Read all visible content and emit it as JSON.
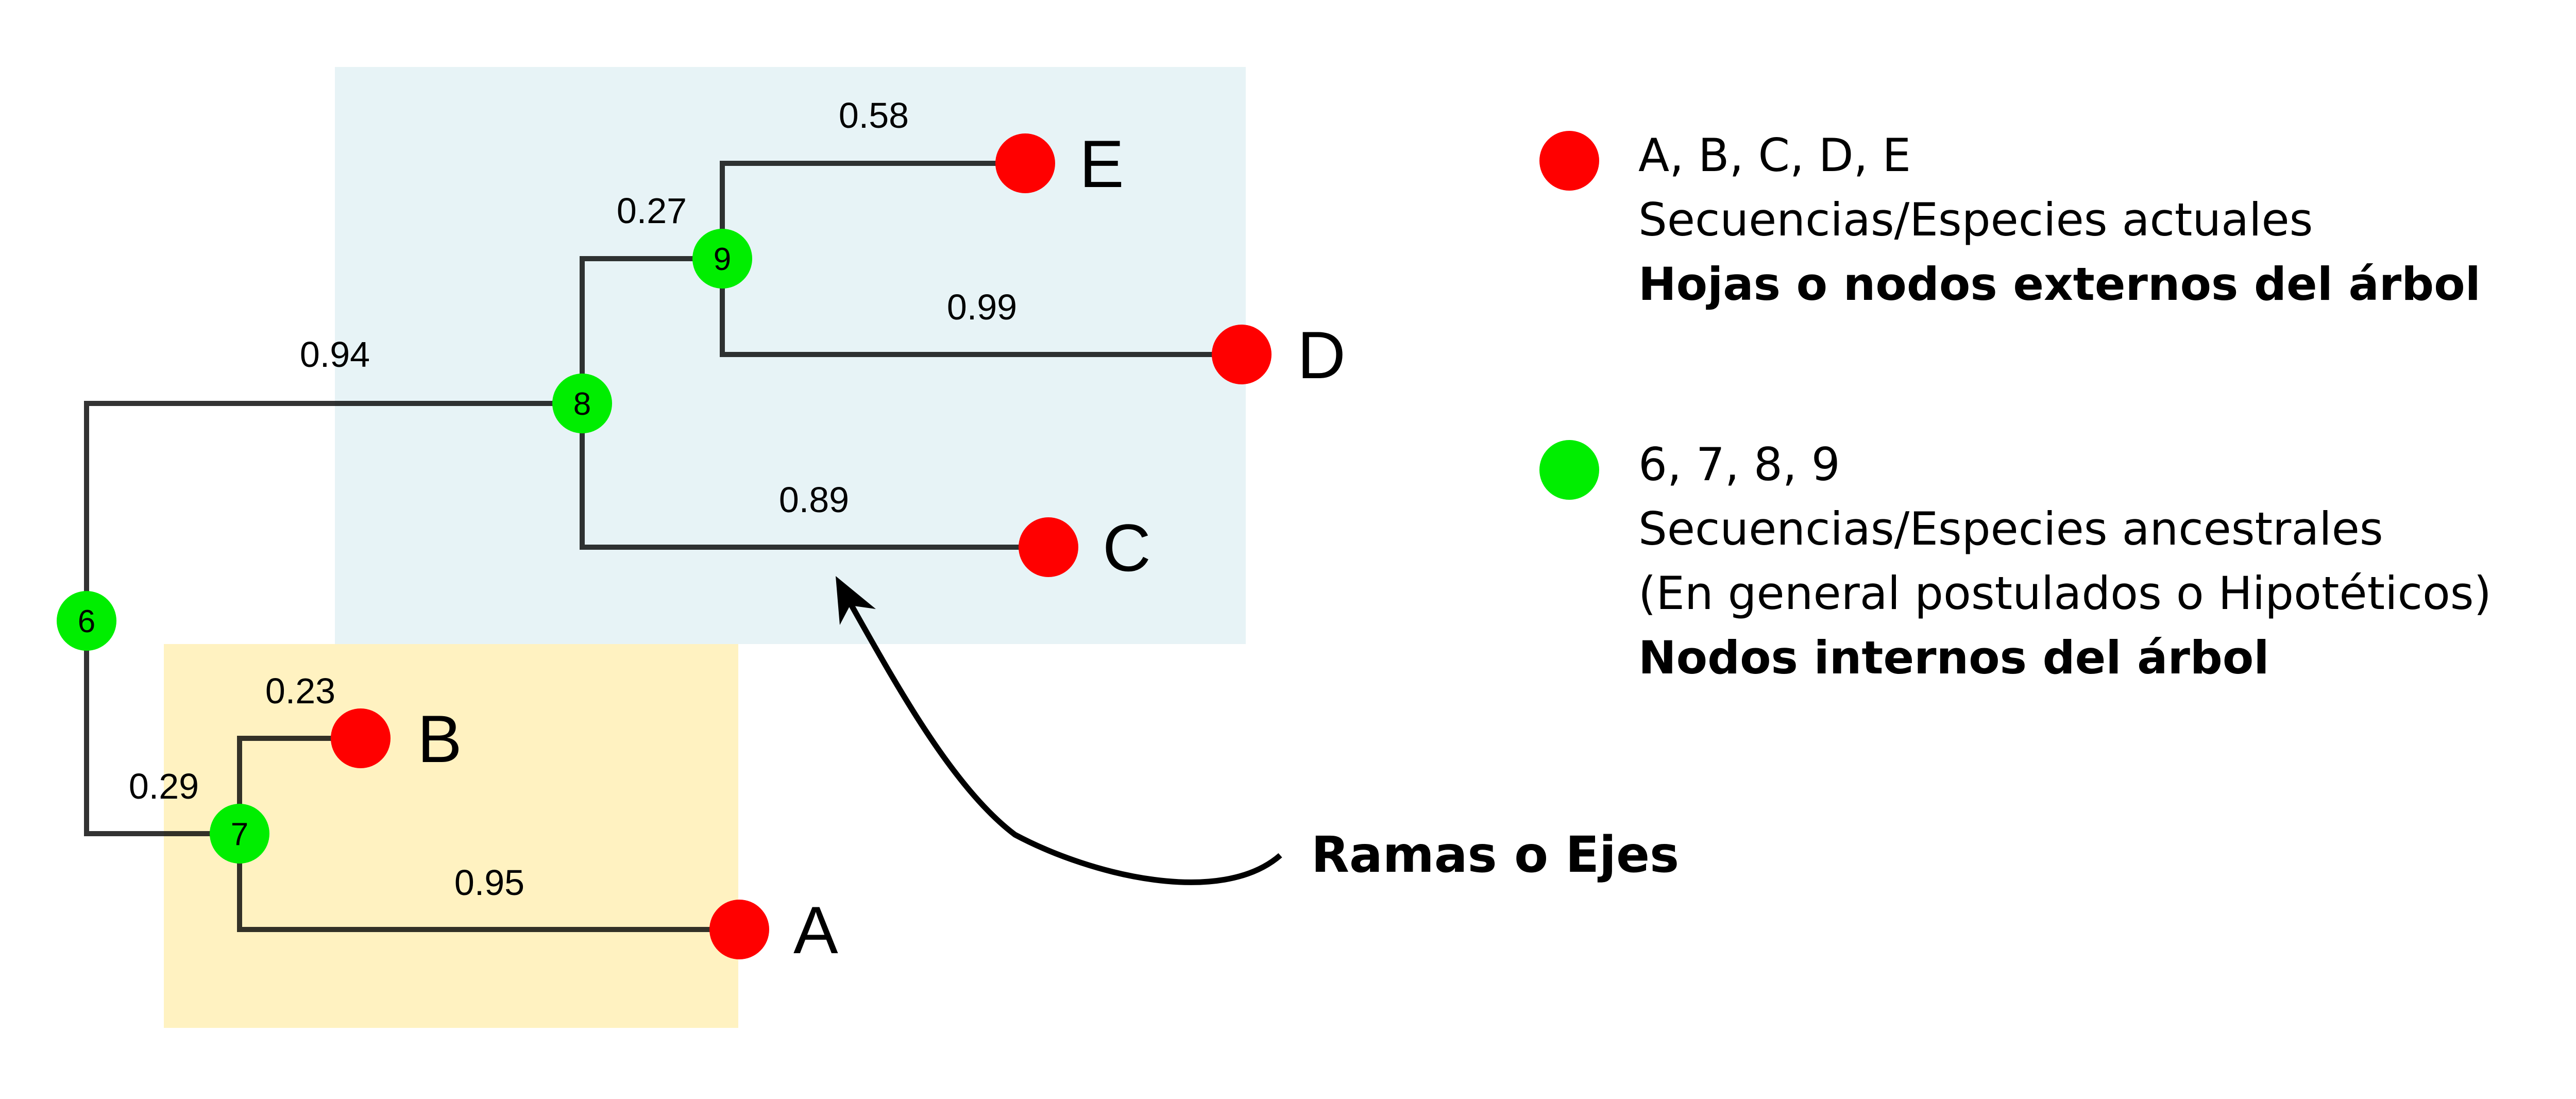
{
  "colors": {
    "leaf": "#ff0000",
    "internal": "#00ee00",
    "group_blue": "#e7f3f6",
    "group_yellow": "#fff2c1",
    "branch": "#000000"
  },
  "tree": {
    "branch_lengths": {
      "6-8": "0.94",
      "6-7": "0.29",
      "7-B": "0.23",
      "7-A": "0.95",
      "8-9": "0.27",
      "8-C": "0.89",
      "9-E": "0.58",
      "9-D": "0.99"
    },
    "internal_nodes": [
      "6",
      "7",
      "8",
      "9"
    ],
    "leaves": [
      "A",
      "B",
      "C",
      "D",
      "E"
    ]
  },
  "legend": {
    "leaves": {
      "line1": "A, B, C, D, E",
      "line2": "Secuencias/Especies actuales",
      "line3": "Hojas o nodos externos del árbol"
    },
    "internal": {
      "line1": "6, 7, 8, 9",
      "line2": "Secuencias/Especies ancestrales",
      "line3": "(En general postulados o Hipotéticos)",
      "line4": "Nodos internos del árbol"
    }
  },
  "callout": {
    "label": "Ramas o Ejes"
  }
}
